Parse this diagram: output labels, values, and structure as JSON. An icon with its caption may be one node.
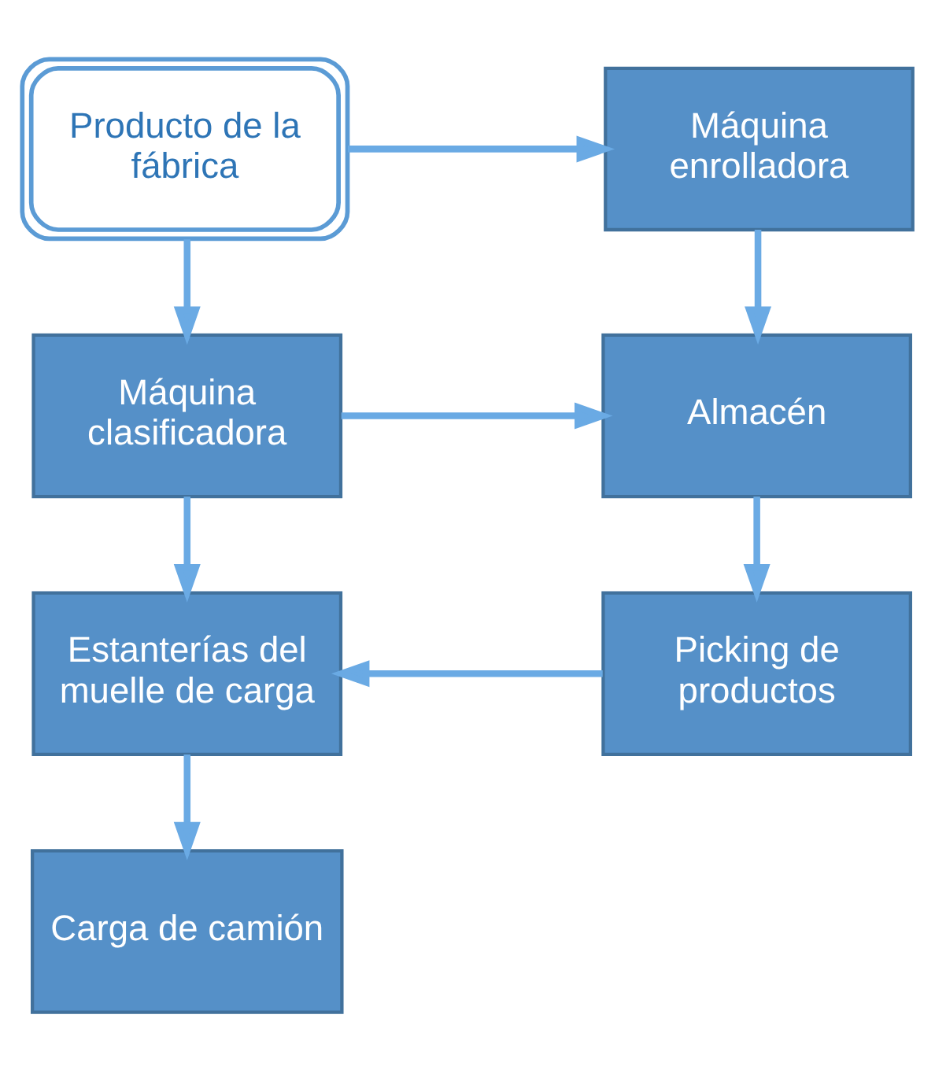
{
  "diagram": {
    "nodes": [
      {
        "text": [
          "Producto de la fábrica"
        ]
      },
      {
        "text": [
          "Máquina enrolladora"
        ]
      },
      {
        "text": [
          "Máquina clasificadora"
        ]
      },
      {
        "text": [
          "Almacén"
        ]
      },
      {
        "text": [
          "Estanterías del muelle de carga"
        ]
      },
      {
        "text": [
          "Picking de productos"
        ]
      },
      {
        "text": [
          "Carga de camión"
        ]
      }
    ],
    "edges": [
      {
        "from": 0,
        "to": 1,
        "arrow": "to"
      },
      {
        "from": 0,
        "to": 2,
        "arrow": "to"
      },
      {
        "from": 1,
        "to": 3,
        "arrow": "to"
      },
      {
        "from": 2,
        "to": 3,
        "arrow": "to"
      },
      {
        "from": 2,
        "to": 4,
        "arrow": "to"
      },
      {
        "from": 3,
        "to": 5,
        "arrow": "to"
      },
      {
        "from": 5,
        "to": 4,
        "arrow": "to"
      },
      {
        "from": 4,
        "to": 6,
        "arrow": "to"
      }
    ]
  }
}
